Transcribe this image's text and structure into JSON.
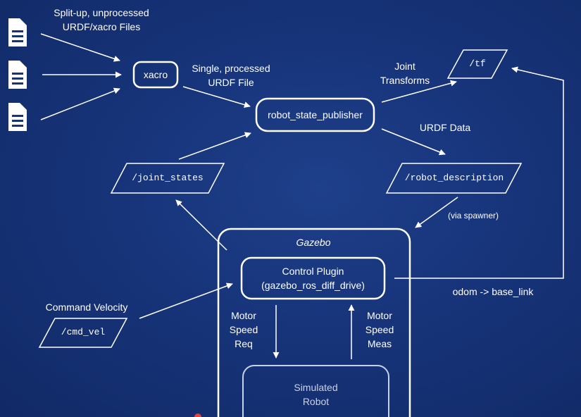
{
  "diagram": {
    "labels": {
      "split_files": "Split-up, unprocessed\nURDF/xacro Files",
      "single_file": "Single, processed\nURDF File",
      "joint_transforms": "Joint\nTransforms",
      "urdf_data": "URDF Data",
      "via_spawner": "(via spawner)",
      "command_velocity": "Command Velocity",
      "odom": "odom -> base_link",
      "motor_speed_req": "Motor\nSpeed\nReq",
      "motor_speed_meas": "Motor\nSpeed\nMeas"
    },
    "nodes": {
      "xacro": "xacro",
      "robot_state_publisher": "robot_state_publisher",
      "gazebo": "Gazebo",
      "control_plugin": "Control Plugin\n(gazebo_ros_diff_drive)",
      "simulated_robot": "Simulated\nRobot"
    },
    "topics": {
      "tf": "/tf",
      "joint_states": "/joint_states",
      "robot_description": "/robot_description",
      "cmd_vel": "/cmd_vel"
    },
    "icons": [
      "file-icon",
      "file-icon",
      "file-icon"
    ]
  }
}
